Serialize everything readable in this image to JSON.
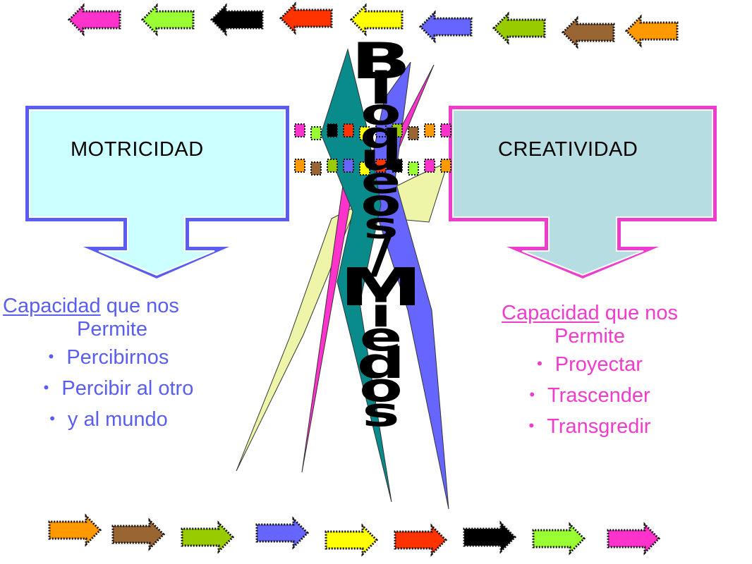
{
  "colors": {
    "left_accent": "#5a5ef0",
    "left_fill": "#ccffff",
    "right_accent": "#ee3ccc",
    "right_fill": "#b6dde1",
    "yellow_shape": "#eef5a8",
    "teal_shape": "#0a8b8b",
    "magenta_shape": "#ff33cc",
    "blue_shape": "#6666ff"
  },
  "top_arrows": [
    {
      "color": "#ff33cc",
      "dir": "left"
    },
    {
      "color": "#99ff33",
      "dir": "left"
    },
    {
      "color": "#000000",
      "dir": "left"
    },
    {
      "color": "#ff3300",
      "dir": "left"
    },
    {
      "color": "#ffff00",
      "dir": "left"
    },
    {
      "color": "#6666ff",
      "dir": "left"
    },
    {
      "color": "#99cc00",
      "dir": "left"
    },
    {
      "color": "#996633",
      "dir": "left"
    },
    {
      "color": "#ff9900",
      "dir": "left"
    }
  ],
  "bottom_arrows": [
    {
      "color": "#ff9900",
      "dir": "right"
    },
    {
      "color": "#996633",
      "dir": "right"
    },
    {
      "color": "#99cc00",
      "dir": "right"
    },
    {
      "color": "#6666ff",
      "dir": "right"
    },
    {
      "color": "#ffff00",
      "dir": "right"
    },
    {
      "color": "#ff3300",
      "dir": "right"
    },
    {
      "color": "#000000",
      "dir": "right"
    },
    {
      "color": "#99ff33",
      "dir": "right"
    },
    {
      "color": "#ff33cc",
      "dir": "right"
    }
  ],
  "left_box": {
    "title": "MOTRICIDAD",
    "underlined_word": "Capacidad",
    "rest_line1": " que nos",
    "line2": "Permite",
    "bullets": [
      "Percibirnos",
      "Percibir al otro",
      "y al mundo"
    ]
  },
  "right_box": {
    "title": "CREATIVIDAD",
    "underlined_word": "Capacidad",
    "rest_line1": " que nos",
    "line2": "Permite",
    "bullets": [
      "Proyectar",
      "Trascender",
      "Transgredir"
    ]
  },
  "wordart_text": "Bloqueos/Miedos",
  "wordart_chars": [
    "B",
    "l",
    "o",
    "q",
    "u",
    "e",
    "o",
    "s",
    "/",
    "M",
    "i",
    "e",
    "d",
    "o",
    "s"
  ]
}
